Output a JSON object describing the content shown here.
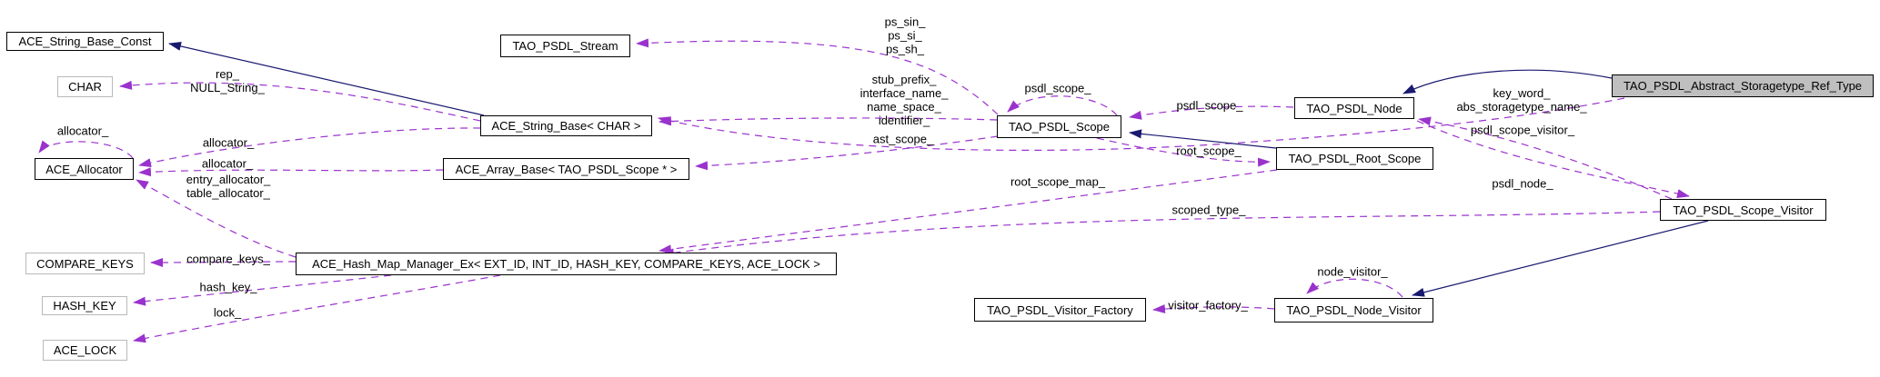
{
  "diagram": {
    "title": "Collaboration graph",
    "colors": {
      "uses_edge": "#9a32cd",
      "inherit_edge": "#191970",
      "node_fill": "#ffffff",
      "node_border": "#000000",
      "param_node_border": "#b9b9b9",
      "highlight_node_fill": "#bfbfbf"
    },
    "nodes": [
      {
        "id": "str_const",
        "label": "ACE_String_Base_Const",
        "style": "main"
      },
      {
        "id": "char",
        "label": "CHAR",
        "style": "param"
      },
      {
        "id": "allocator",
        "label": "ACE_Allocator",
        "style": "main"
      },
      {
        "id": "compare_keys",
        "label": "COMPARE_KEYS",
        "style": "param"
      },
      {
        "id": "hash_key",
        "label": "HASH_KEY",
        "style": "param"
      },
      {
        "id": "ace_lock",
        "label": "ACE_LOCK",
        "style": "param"
      },
      {
        "id": "hash_map",
        "label": "ACE_Hash_Map_Manager_Ex< EXT_ID, INT_ID, HASH_KEY, COMPARE_KEYS, ACE_LOCK >",
        "style": "main"
      },
      {
        "id": "stream",
        "label": "TAO_PSDL_Stream",
        "style": "main"
      },
      {
        "id": "string_base",
        "label": "ACE_String_Base< CHAR >",
        "style": "main"
      },
      {
        "id": "array_base",
        "label": "ACE_Array_Base< TAO_PSDL_Scope * >",
        "style": "main"
      },
      {
        "id": "scope",
        "label": "TAO_PSDL_Scope",
        "style": "main"
      },
      {
        "id": "node",
        "label": "TAO_PSDL_Node",
        "style": "main"
      },
      {
        "id": "root_scope",
        "label": "TAO_PSDL_Root_Scope",
        "style": "main"
      },
      {
        "id": "abstract",
        "label": "TAO_PSDL_Abstract_Storagetype_Ref_Type",
        "style": "highlight"
      },
      {
        "id": "scope_visitor",
        "label": "TAO_PSDL_Scope_Visitor",
        "style": "main"
      },
      {
        "id": "visitor_factory",
        "label": "TAO_PSDL_Visitor_Factory",
        "style": "main"
      },
      {
        "id": "node_visitor",
        "label": "TAO_PSDL_Node_Visitor",
        "style": "main"
      }
    ],
    "edges": [
      {
        "id": "rep",
        "type": "uses",
        "from": "string_base",
        "to": "char",
        "label": "rep_\nNULL_String_"
      },
      {
        "id": "alloc_self",
        "type": "uses",
        "from": "allocator",
        "to": "allocator",
        "label": "allocator_"
      },
      {
        "id": "alloc_str",
        "type": "uses",
        "from": "string_base",
        "to": "allocator",
        "label": "allocator_"
      },
      {
        "id": "alloc_arr",
        "type": "uses",
        "from": "array_base",
        "to": "allocator",
        "label": "allocator_"
      },
      {
        "id": "alloc_hash",
        "type": "uses",
        "from": "hash_map",
        "to": "allocator",
        "label": "entry_allocator_\ntable_allocator_"
      },
      {
        "id": "compare",
        "type": "uses",
        "from": "hash_map",
        "to": "compare_keys",
        "label": "compare_keys_"
      },
      {
        "id": "hashkey",
        "type": "uses",
        "from": "hash_map",
        "to": "hash_key",
        "label": "hash_key_"
      },
      {
        "id": "lock",
        "type": "uses",
        "from": "hash_map",
        "to": "ace_lock",
        "label": "lock_"
      },
      {
        "id": "ps",
        "type": "uses",
        "from": "scope",
        "to": "stream",
        "label": "ps_sin_\nps_si_\nps_sh_"
      },
      {
        "id": "stub",
        "type": "uses",
        "from": "scope",
        "to": "string_base",
        "label": "stub_prefix_\ninterface_name_\nname_space_\nidentifier_"
      },
      {
        "id": "ast",
        "type": "uses",
        "from": "scope",
        "to": "array_base",
        "label": "ast_scope_"
      },
      {
        "id": "scope_self",
        "type": "uses",
        "from": "scope",
        "to": "scope",
        "label": "psdl_scope_"
      },
      {
        "id": "psdl_scope",
        "type": "uses",
        "from": "node",
        "to": "scope",
        "label": "psdl_scope_"
      },
      {
        "id": "root_scope",
        "type": "uses",
        "from": "scope",
        "to": "root_scope",
        "label": "root_scope_"
      },
      {
        "id": "root_scope_map",
        "type": "uses",
        "from": "root_scope",
        "to": "hash_map",
        "label": "root_scope_map_"
      },
      {
        "id": "scoped_type",
        "type": "uses",
        "from": "scope_visitor",
        "to": "hash_map",
        "label": "scoped_type_"
      },
      {
        "id": "key_word",
        "type": "uses",
        "from": "abstract",
        "to": "string_base",
        "label": "key_word_\nabs_storagetype_name_"
      },
      {
        "id": "psdl_node",
        "type": "uses",
        "from": "scope_visitor",
        "to": "node",
        "label": "psdl_node_"
      },
      {
        "id": "scope_vis",
        "type": "uses",
        "from": "node",
        "to": "scope_visitor",
        "label": "psdl_scope_visitor_"
      },
      {
        "id": "node_vis_self",
        "type": "uses",
        "from": "node_visitor",
        "to": "node_visitor",
        "label": "node_visitor_"
      },
      {
        "id": "vis_factory",
        "type": "uses",
        "from": "node_visitor",
        "to": "visitor_factory",
        "label": "visitor_factory_"
      },
      {
        "id": "inh_strbase",
        "type": "inherits",
        "from": "string_base",
        "to": "str_const",
        "label": ""
      },
      {
        "id": "inh_rootscope",
        "type": "inherits",
        "from": "root_scope",
        "to": "scope",
        "label": ""
      },
      {
        "id": "inh_abstract",
        "type": "inherits",
        "from": "abstract",
        "to": "node",
        "label": ""
      },
      {
        "id": "inh_nodevis",
        "type": "inherits",
        "from": "scope_visitor",
        "to": "node_visitor",
        "label": ""
      }
    ]
  }
}
